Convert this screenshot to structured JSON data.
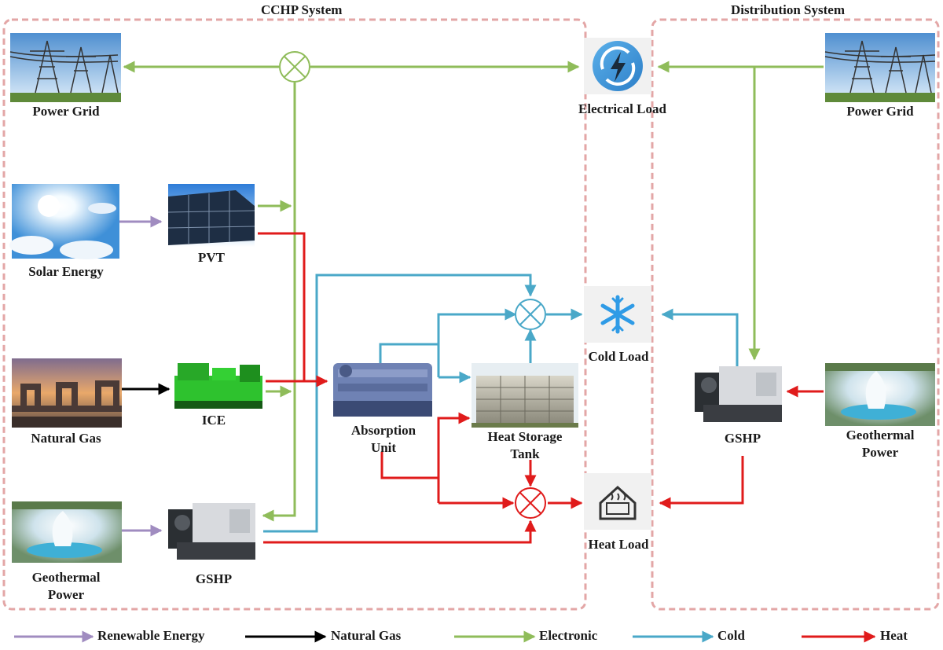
{
  "sections": {
    "cchp": "CCHP System",
    "distribution": "Distribution System"
  },
  "nodes": {
    "power_grid_left": "Power Grid",
    "power_grid_right": "Power Grid",
    "solar": "Solar Energy",
    "pvt": "PVT",
    "natural_gas": "Natural Gas",
    "ice": "ICE",
    "geothermal_left": [
      "Geothermal",
      "Power"
    ],
    "gshp_left": "GSHP",
    "absorption": [
      "Absorption",
      "Unit"
    ],
    "heat_storage": [
      "Heat Storage",
      "Tank"
    ],
    "electrical_load": "Electrical Load",
    "cold_load": "Cold Load",
    "heat_load": "Heat Load",
    "gshp_right": "GSHP",
    "geothermal_right": [
      "Geothermal",
      "Power"
    ]
  },
  "legend": [
    {
      "label": "Renewable Energy",
      "color": "#a08cc0"
    },
    {
      "label": "Natural Gas",
      "color": "#000000"
    },
    {
      "label": "Electronic",
      "color": "#8fbc5a"
    },
    {
      "label": "Cold",
      "color": "#4aa8c8"
    },
    {
      "label": "Heat",
      "color": "#e01b1b"
    }
  ],
  "colors": {
    "renewable": "#a08cc0",
    "gas": "#000000",
    "electric": "#8fbc5a",
    "cold": "#4aa8c8",
    "heat": "#e01b1b",
    "boundary": "#e3a6a6"
  }
}
